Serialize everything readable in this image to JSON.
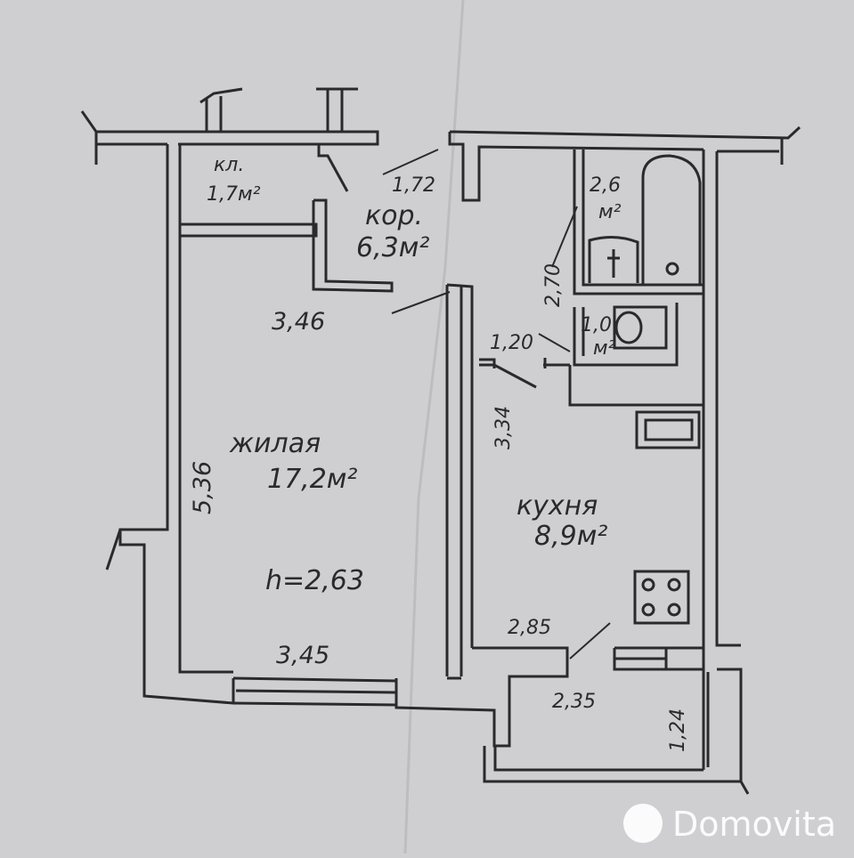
{
  "rooms": {
    "closet": {
      "name": "кл.",
      "area": "1,7м²"
    },
    "corridor": {
      "name": "кор.",
      "area": "6,3м²"
    },
    "living": {
      "name": "жилая",
      "area": "17,2м²",
      "height": "h=2,63"
    },
    "bath": {
      "area_value": "2,6",
      "area_unit": "м²"
    },
    "toilet": {
      "area_value": "1,0",
      "area_unit": "м²"
    },
    "kitchen": {
      "name": "кухня",
      "area": "8,9м²"
    }
  },
  "dimensions": {
    "corridor_width": "1,72",
    "living_top": "3,46",
    "living_side": "5,36",
    "living_bottom": "3,45",
    "bath_side": "2,70",
    "toilet_width": "1,20",
    "kitchen_side": "3,34",
    "kitchen_bottom": "2,85",
    "balcony_width": "2,35",
    "balcony_side": "1,24"
  },
  "watermark": {
    "text": "Domovita"
  },
  "colors": {
    "paper": "#cfcfd1",
    "ink": "#2a2a2c",
    "watermark": "#ffffff"
  }
}
